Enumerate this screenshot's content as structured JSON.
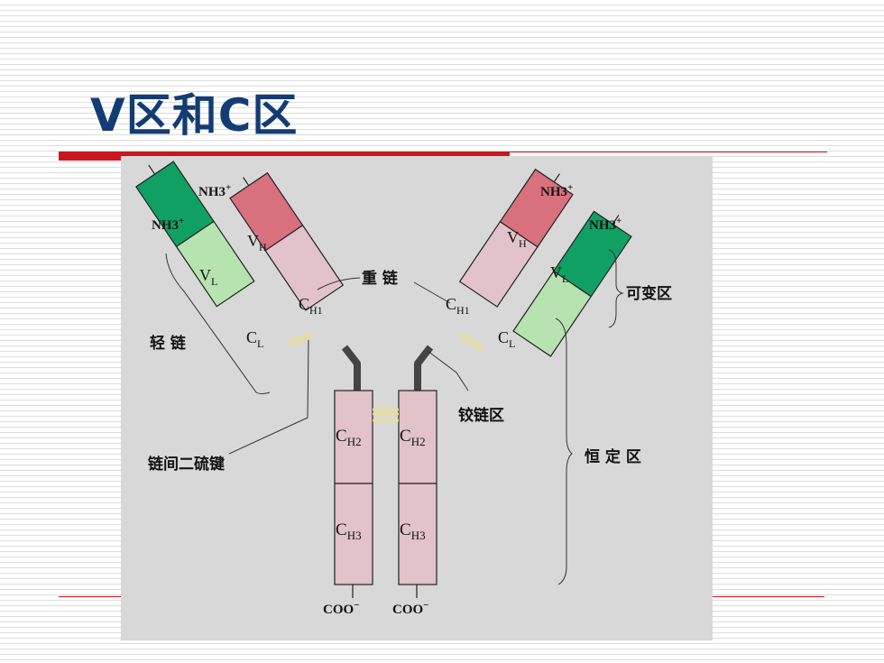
{
  "slide": {
    "title": "V区和C区"
  },
  "colors": {
    "title": "#123c73",
    "rule_red": "#c8171e",
    "vh": "#d9707e",
    "vl": "#10a064",
    "cl": "#b7e3b0",
    "constant": "#e2c3cb",
    "hinge": "#444444",
    "disulfide": "#e8e08a"
  },
  "diagram": {
    "terminal_n": "NH3",
    "terminal_n_charge": "+",
    "terminal_c": "COO",
    "terminal_c_charge": "−",
    "domains": {
      "vh": {
        "main": "V",
        "sub": "H"
      },
      "vl": {
        "main": "V",
        "sub": "L"
      },
      "ch1": {
        "main": "C",
        "sub": "H1"
      },
      "cl": {
        "main": "C",
        "sub": "L"
      },
      "ch2": {
        "main": "C",
        "sub": "H2"
      },
      "ch3": {
        "main": "C",
        "sub": "H3"
      }
    },
    "labels": {
      "heavy_chain": "重 链",
      "light_chain": "轻 链",
      "variable_region": "可变区",
      "hinge_region": "铰链区",
      "constant_region": "恒 定 区",
      "interchain_disulfide": "链间二硫键"
    }
  }
}
